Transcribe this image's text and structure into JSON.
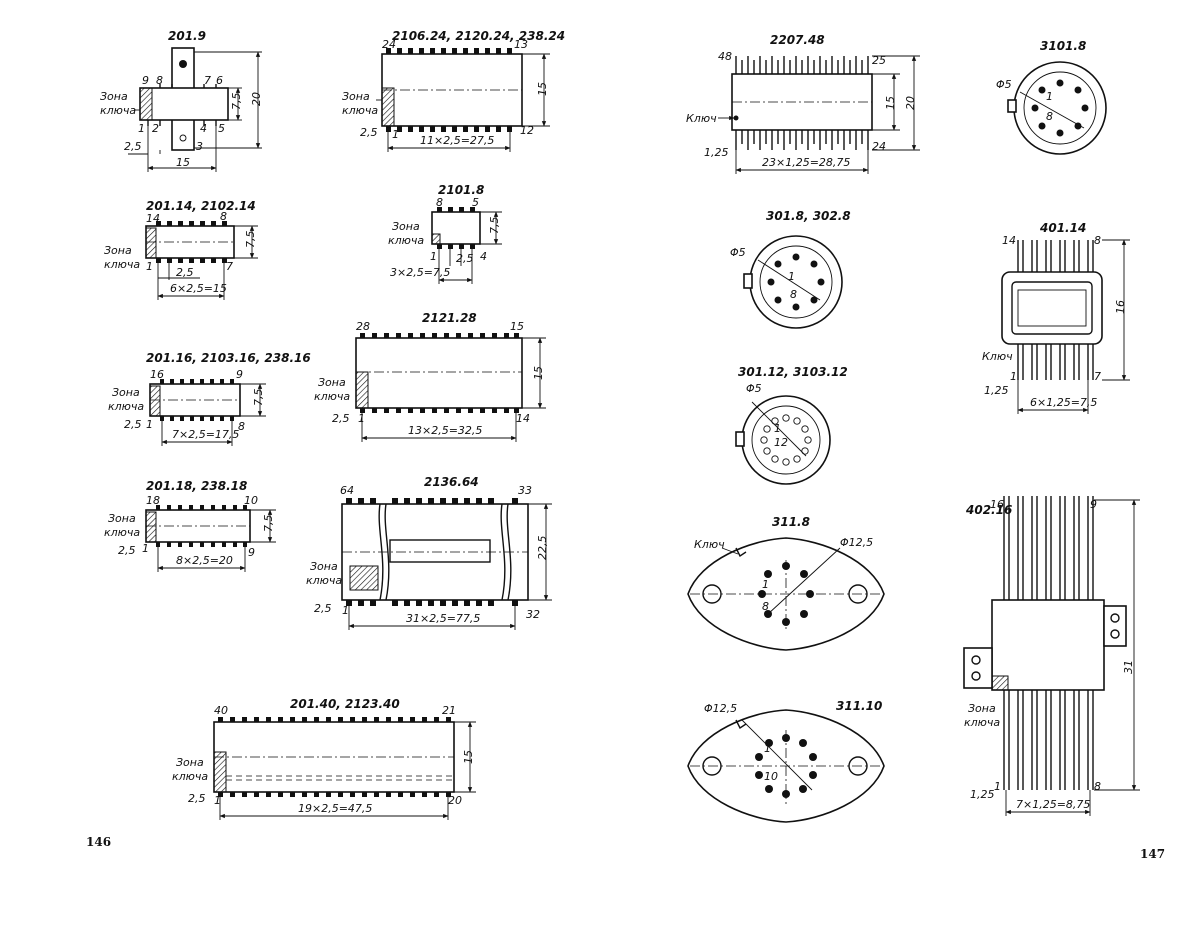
{
  "pages": {
    "left_number": "146",
    "right_number": "147"
  },
  "packages": {
    "p201_9": {
      "title": "201.9",
      "pins": [
        "9",
        "8",
        "7",
        "6",
        "1",
        "2",
        "3",
        "4",
        "5"
      ],
      "key_label": [
        "Зона",
        "ключа"
      ],
      "dims": [
        "7,5",
        "20",
        "2,5",
        "15"
      ]
    },
    "p2106": {
      "title": "2106.24, 2120.24, 238.24",
      "pins": [
        "24",
        "13",
        "1",
        "12"
      ],
      "key_label": [
        "Зона",
        "ключа"
      ],
      "dims": [
        "15",
        "2,5",
        "11×2,5=27,5"
      ]
    },
    "p2207": {
      "title": "2207.48",
      "pins": [
        "48",
        "25",
        "24"
      ],
      "key_label": "Ключ",
      "dims": [
        "15",
        "20",
        "1,25",
        "23×1,25=28,75"
      ]
    },
    "p3101": {
      "title": "3101.8",
      "pins": [
        "1",
        "8"
      ],
      "dims": [
        "Φ5"
      ]
    },
    "p201_14": {
      "title": "201.14, 2102.14",
      "pins": [
        "14",
        "8",
        "1",
        "7"
      ],
      "key_label": [
        "Зона",
        "ключа"
      ],
      "dims": [
        "7,5",
        "2,5",
        "6×2,5=15"
      ]
    },
    "p2101": {
      "title": "2101.8",
      "pins": [
        "8",
        "5",
        "1",
        "4"
      ],
      "key_label": [
        "Зона",
        "ключа"
      ],
      "dims": [
        "7,5",
        "2,5",
        "3×2,5=7,5"
      ]
    },
    "p301": {
      "title": "301.8, 302.8",
      "pins": [
        "1",
        "8"
      ],
      "dims": [
        "Φ5"
      ]
    },
    "p401": {
      "title": "401.14",
      "pins": [
        "14",
        "8",
        "1",
        "7"
      ],
      "key_label": "Ключ",
      "dims": [
        "16",
        "1,25",
        "6×1,25=7,5"
      ]
    },
    "p201_16": {
      "title": "201.16, 2103.16, 238.16",
      "pins": [
        "16",
        "9",
        "1",
        "8"
      ],
      "key_label": [
        "Зона",
        "ключа"
      ],
      "dims": [
        "7,5",
        "2,5",
        "7×2,5=17,5"
      ]
    },
    "p2121": {
      "title": "2121.28",
      "pins": [
        "28",
        "15",
        "1",
        "14"
      ],
      "key_label": [
        "Зона",
        "ключа"
      ],
      "dims": [
        "15",
        "2,5",
        "13×2,5=32,5"
      ]
    },
    "p301_12": {
      "title": "301.12, 3103.12",
      "pins": [
        "1",
        "12"
      ],
      "dims": [
        "Φ5"
      ]
    },
    "p201_18": {
      "title": "201.18, 238.18",
      "pins": [
        "18",
        "10",
        "1",
        "9"
      ],
      "key_label": [
        "Зона",
        "ключа"
      ],
      "dims": [
        "7,5",
        "2,5",
        "8×2,5=20"
      ]
    },
    "p2136": {
      "title": "2136.64",
      "pins": [
        "64",
        "33",
        "1",
        "32"
      ],
      "key_label": [
        "Зона",
        "ключа"
      ],
      "dims": [
        "22,5",
        "2,5",
        "31×2,5=77,5"
      ]
    },
    "p311_8": {
      "title": "311.8",
      "pins": [
        "1",
        "8"
      ],
      "key_label": "Ключ",
      "dims": [
        "Φ12,5"
      ]
    },
    "p402": {
      "title": "402.16",
      "pins": [
        "16",
        "9",
        "1",
        "8"
      ],
      "key_label": [
        "Зона",
        "ключа"
      ],
      "dims": [
        "31",
        "1,25",
        "7×1,25=8,75"
      ]
    },
    "p201_40": {
      "title": "201.40, 2123.40",
      "pins": [
        "40",
        "21",
        "1",
        "20"
      ],
      "key_label": [
        "Зона",
        "ключа"
      ],
      "dims": [
        "15",
        "2,5",
        "19×2,5=47,5"
      ]
    },
    "p311_10": {
      "title": "311.10",
      "pins": [
        "1",
        "10"
      ],
      "dims": [
        "Φ12,5"
      ]
    }
  }
}
